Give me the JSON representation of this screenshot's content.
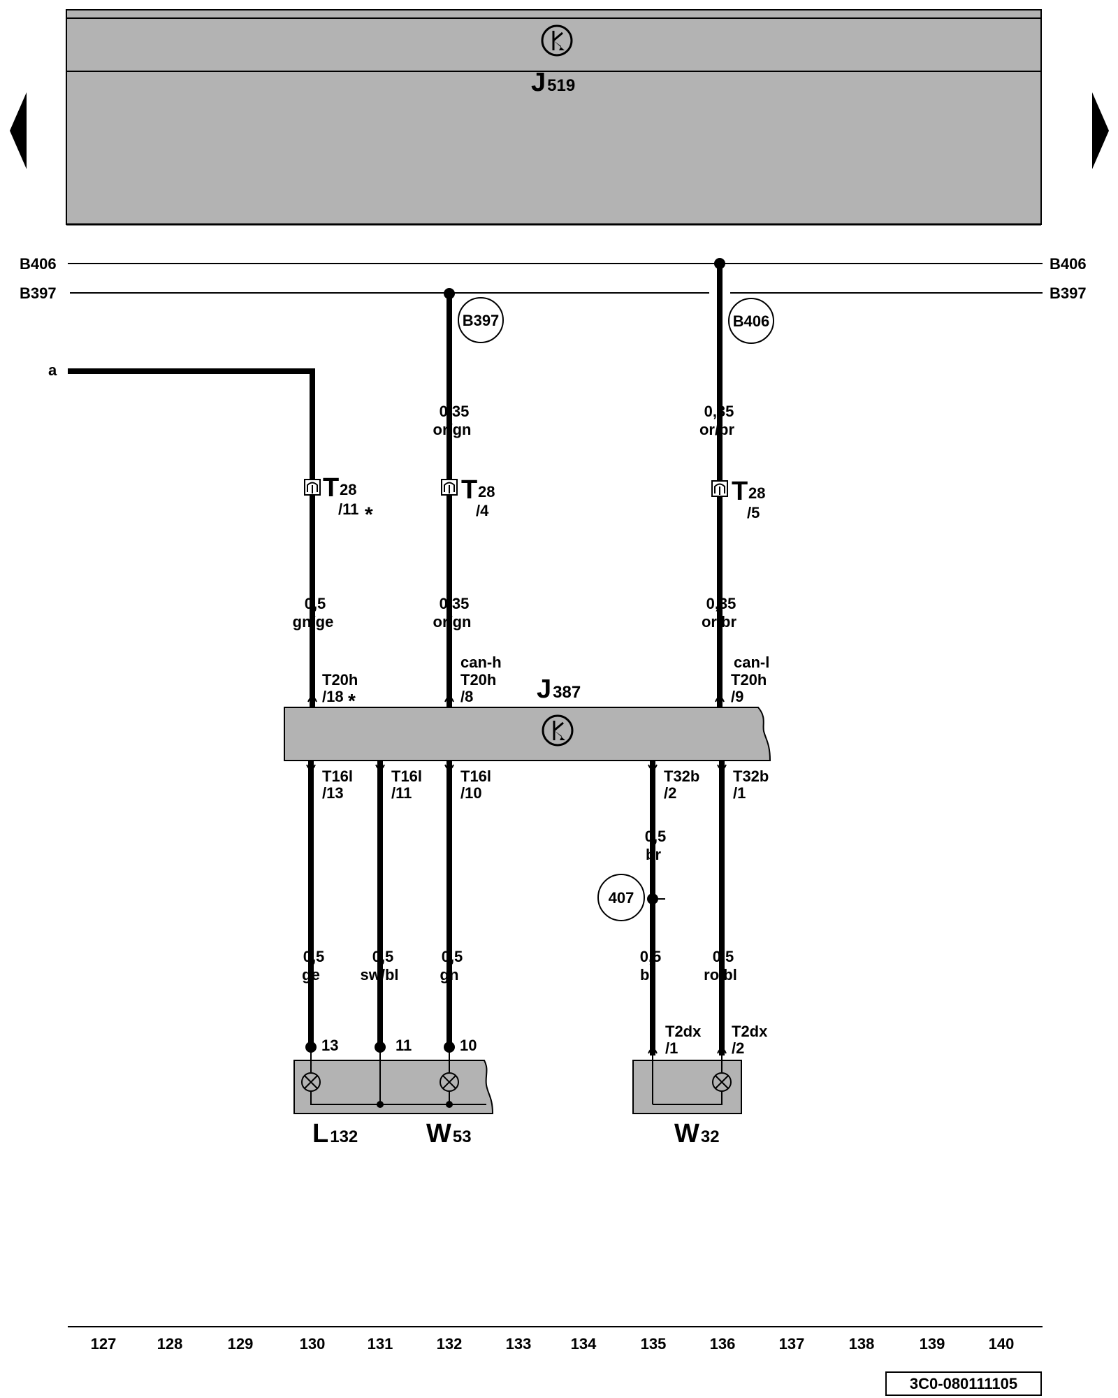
{
  "control_units": {
    "top": {
      "name": "J",
      "sub": "519"
    },
    "middle": {
      "name": "J",
      "sub": "387"
    }
  },
  "buses": {
    "b406": "B406",
    "b397": "B397"
  },
  "connections": {
    "b397_circle": "B397",
    "b406_circle": "B406",
    "ground_407": "407"
  },
  "input_label": "a",
  "wires": {
    "w132_top_size": "0,35",
    "w132_top_color": "or/gn",
    "w136_top_size": "0,35",
    "w136_top_color": "or/br",
    "w130_mid_size": "0,5",
    "w130_mid_color": "gn/ge",
    "w132_mid_size": "0,35",
    "w132_mid_color": "or/gn",
    "w136_mid_size": "0,35",
    "w136_mid_color": "or/br",
    "w130_bot_size": "0,5",
    "w130_bot_color": "ge",
    "w131_bot_size": "0,5",
    "w131_bot_color": "sw/bl",
    "w132_bot_size": "0,5",
    "w132_bot_color": "gn",
    "w135_mid_size": "0,5",
    "w135_mid_color": "br",
    "w135_bot_size": "0,5",
    "w135_bot_color": "br",
    "w136_bot_size": "0,5",
    "w136_bot_color": "ro/bl"
  },
  "connectors": {
    "t28_a": {
      "name": "T",
      "sub": "28",
      "pin": "/11",
      "star": "*"
    },
    "t28_b": {
      "name": "T",
      "sub": "28",
      "pin": "/4"
    },
    "t28_c": {
      "name": "T",
      "sub": "28",
      "pin": "/5"
    },
    "t20h_18": {
      "name": "T20h",
      "pin": "/18",
      "star": "*"
    },
    "t20h_8": {
      "signal": "can-h",
      "name": "T20h",
      "pin": "/8"
    },
    "t20h_9": {
      "signal": "can-l",
      "name": "T20h",
      "pin": "/9"
    },
    "t16l_13": {
      "name": "T16l",
      "pin": "/13"
    },
    "t16l_11": {
      "name": "T16l",
      "pin": "/11"
    },
    "t16l_10": {
      "name": "T16l",
      "pin": "/10"
    },
    "t32b_2": {
      "name": "T32b",
      "pin": "/2"
    },
    "t32b_1": {
      "name": "T32b",
      "pin": "/1"
    },
    "t2dx_1": {
      "name": "T2dx",
      "pin": "/1"
    },
    "t2dx_2": {
      "name": "T2dx",
      "pin": "/2"
    }
  },
  "terminals": {
    "p13": "13",
    "p11": "11",
    "p10": "10"
  },
  "components": {
    "l132": {
      "name": "L",
      "sub": "132"
    },
    "w53": {
      "name": "W",
      "sub": "53"
    },
    "w32": {
      "name": "W",
      "sub": "32"
    }
  },
  "track_numbers": [
    "127",
    "128",
    "129",
    "130",
    "131",
    "132",
    "133",
    "134",
    "135",
    "136",
    "137",
    "138",
    "139",
    "140"
  ],
  "diagram_code": "3C0-080111105",
  "colors": {
    "module_fill": "#b3b3b3",
    "line": "#000000",
    "background": "#ffffff"
  }
}
